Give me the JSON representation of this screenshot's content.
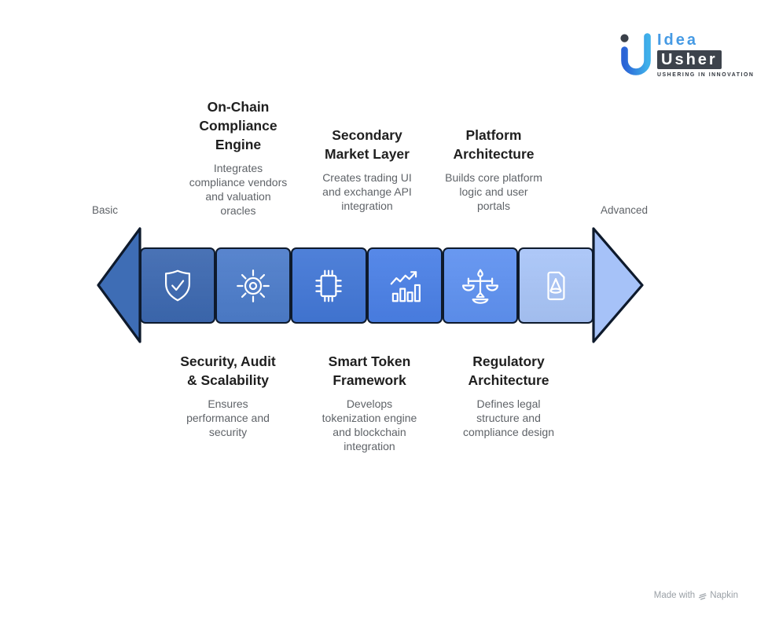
{
  "colors": {
    "outline": "#0e1a2c",
    "icon_stroke": "#ffffff",
    "title_text": "#1f1f1f",
    "desc_text": "#5f6368"
  },
  "logo": {
    "brand_top": "Idea",
    "brand_bottom": "Usher",
    "tagline": "USHERING IN INNOVATION"
  },
  "scale_labels": {
    "left": "Basic",
    "right": "Advanced"
  },
  "arrow": {
    "left_head_color": "#3e6db5",
    "right_head_color": "#a6c2f8"
  },
  "steps": [
    {
      "name": "shield-check",
      "color": "#3c68b0"
    },
    {
      "name": "sun-gear",
      "color": "#4c7cca"
    },
    {
      "name": "chip",
      "color": "#4277d6"
    },
    {
      "name": "bar-chart-growth",
      "color": "#4a80e6"
    },
    {
      "name": "balance-scale",
      "color": "#5e91f0"
    },
    {
      "name": "document-prism",
      "color": "#a8c4f7"
    }
  ],
  "top_labels": [
    {
      "title": "On-Chain\nCompliance\nEngine",
      "description": "Integrates\ncompliance vendors\nand valuation\noracles"
    },
    {
      "title": "Secondary\nMarket Layer",
      "description": "Creates trading UI\nand exchange API\nintegration"
    },
    {
      "title": "Platform\nArchitecture",
      "description": "Builds core platform\nlogic and user\nportals"
    }
  ],
  "bottom_labels": [
    {
      "title": "Security, Audit\n& Scalability",
      "description": "Ensures\nperformance and\nsecurity"
    },
    {
      "title": "Smart Token\nFramework",
      "description": "Develops\ntokenization engine\nand blockchain\nintegration"
    },
    {
      "title": "Regulatory\nArchitecture",
      "description": "Defines legal\nstructure and\ncompliance design"
    }
  ],
  "footer": {
    "made_with": "Made with",
    "brand": "Napkin"
  }
}
